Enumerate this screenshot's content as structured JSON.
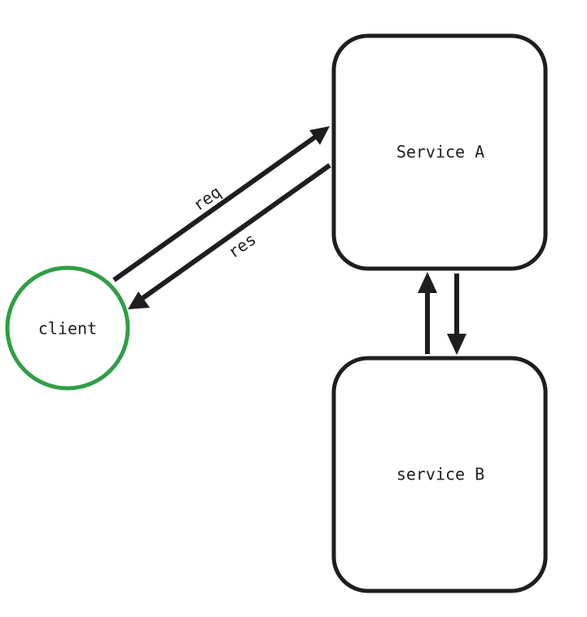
{
  "diagram": {
    "nodes": {
      "client": {
        "label": "client",
        "shape": "circle",
        "stroke_color": "#2f9e44"
      },
      "service_a": {
        "label": "Service A",
        "shape": "rounded-rectangle",
        "stroke_color": "#1e1e1e"
      },
      "service_b": {
        "label": "service B",
        "shape": "rounded-rectangle",
        "stroke_color": "#1e1e1e"
      }
    },
    "edges": {
      "req": {
        "from": "client",
        "to": "Service A",
        "label": "req"
      },
      "res": {
        "from": "Service A",
        "to": "client",
        "label": "res"
      },
      "b_to_a": {
        "from": "service B",
        "to": "Service A",
        "label": ""
      },
      "a_to_b": {
        "from": "Service A",
        "to": "service B",
        "label": ""
      }
    },
    "stroke_color": "#1e1e1e",
    "background": "#ffffff"
  }
}
